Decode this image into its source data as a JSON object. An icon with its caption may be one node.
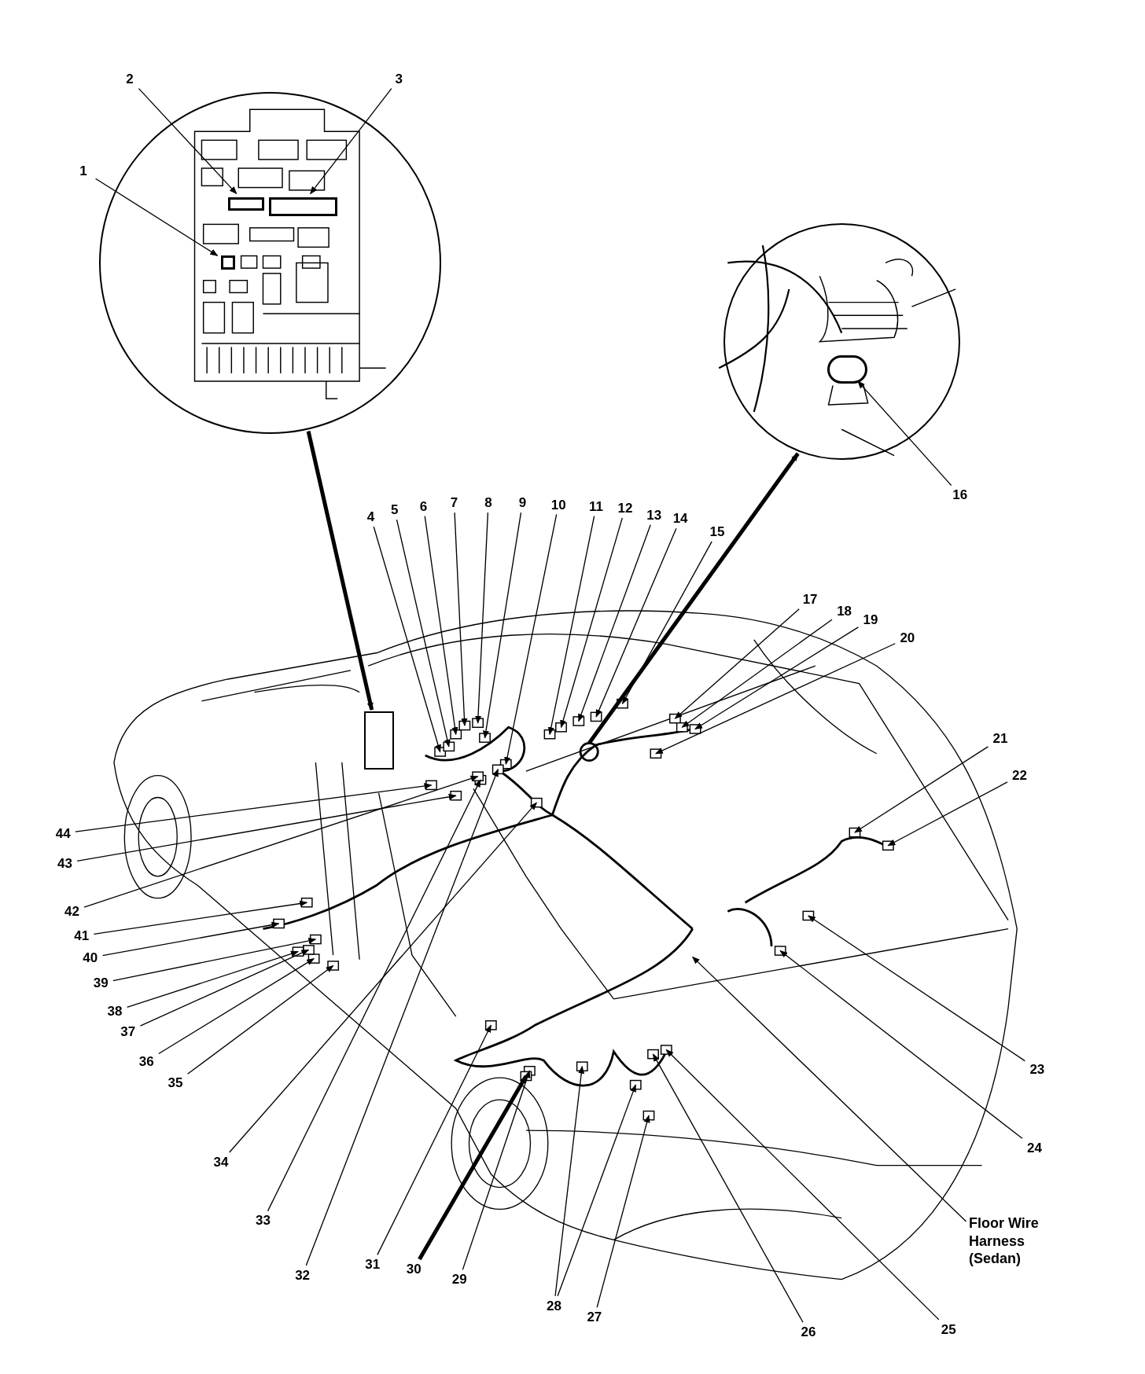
{
  "diagram": {
    "nodes": [
      {
        "text": [],
        "shape": "circle"
      },
      {
        "text": [],
        "shape": "circle"
      },
      {
        "text": [],
        "shape": "box"
      },
      {
        "text": [
          "1"
        ]
      },
      {
        "text": [
          "2"
        ]
      },
      {
        "text": [
          "3"
        ]
      },
      {
        "text": [
          "4"
        ]
      },
      {
        "text": [
          "5"
        ]
      },
      {
        "text": [
          "6"
        ]
      },
      {
        "text": [
          "7"
        ]
      },
      {
        "text": [
          "8"
        ]
      },
      {
        "text": [
          "9"
        ]
      },
      {
        "text": [
          "10"
        ]
      },
      {
        "text": [
          "11"
        ]
      },
      {
        "text": [
          "12"
        ]
      },
      {
        "text": [
          "13"
        ]
      },
      {
        "text": [
          "14"
        ]
      },
      {
        "text": [
          "15"
        ]
      },
      {
        "text": [
          "16"
        ]
      },
      {
        "text": [
          "17"
        ]
      },
      {
        "text": [
          "18"
        ]
      },
      {
        "text": [
          "19"
        ]
      },
      {
        "text": [
          "20"
        ]
      },
      {
        "text": [
          "21"
        ]
      },
      {
        "text": [
          "22"
        ]
      },
      {
        "text": [
          "23"
        ]
      },
      {
        "text": [
          "24"
        ]
      },
      {
        "text": [
          "25"
        ]
      },
      {
        "text": [
          "26"
        ]
      },
      {
        "text": [
          "27"
        ]
      },
      {
        "text": [
          "28"
        ]
      },
      {
        "text": [
          "29"
        ]
      },
      {
        "text": [
          "30"
        ]
      },
      {
        "text": [
          "31"
        ]
      },
      {
        "text": [
          "32"
        ]
      },
      {
        "text": [
          "33"
        ]
      },
      {
        "text": [
          "34"
        ]
      },
      {
        "text": [
          "35"
        ]
      },
      {
        "text": [
          "36"
        ]
      },
      {
        "text": [
          "37"
        ]
      },
      {
        "text": [
          "38"
        ]
      },
      {
        "text": [
          "39"
        ]
      },
      {
        "text": [
          "40"
        ]
      },
      {
        "text": [
          "41"
        ]
      },
      {
        "text": [
          "42"
        ]
      },
      {
        "text": [
          "43"
        ]
      },
      {
        "text": [
          "44"
        ]
      },
      {
        "text": [
          "Floor Wire Harness (Sedan)"
        ]
      },
      {
        "text": [],
        "shape": "box",
        "in": 0
      },
      {
        "text": [],
        "shape": "box",
        "in": 0
      },
      {
        "text": [],
        "shape": "box",
        "in": 0
      },
      {
        "text": [],
        "shape": "circle",
        "in": 1
      }
    ],
    "edges": [
      {
        "from": 0,
        "to": 2,
        "arrow": "to",
        "style": "thick"
      },
      {
        "from": null,
        "to": 1,
        "arrow": "to",
        "style": "thick"
      },
      {
        "from": 3,
        "to": 48,
        "arrow": "to"
      },
      {
        "from": 4,
        "to": 49,
        "arrow": "to"
      },
      {
        "from": 5,
        "to": 50,
        "arrow": "to"
      },
      {
        "from": 6,
        "to": null,
        "arrow": "to"
      },
      {
        "from": 7,
        "to": null,
        "arrow": "to"
      },
      {
        "from": 8,
        "to": null,
        "arrow": "to"
      },
      {
        "from": 9,
        "to": null,
        "arrow": "to"
      },
      {
        "from": 10,
        "to": null,
        "arrow": "to"
      },
      {
        "from": 11,
        "to": null,
        "arrow": "to"
      },
      {
        "from": 12,
        "to": null,
        "arrow": "to"
      },
      {
        "from": 13,
        "to": null,
        "arrow": "to"
      },
      {
        "from": 14,
        "to": null,
        "arrow": "to"
      },
      {
        "from": 15,
        "to": null,
        "arrow": "to"
      },
      {
        "from": 16,
        "to": null,
        "arrow": "to"
      },
      {
        "from": 17,
        "to": null,
        "arrow": "to"
      },
      {
        "from": 18,
        "to": 51,
        "arrow": "to"
      },
      {
        "from": 19,
        "to": null,
        "arrow": "to"
      },
      {
        "from": 20,
        "to": null,
        "arrow": "to"
      },
      {
        "from": 21,
        "to": null,
        "arrow": "to"
      },
      {
        "from": 22,
        "to": null,
        "arrow": "to"
      },
      {
        "from": 23,
        "to": null,
        "arrow": "to"
      },
      {
        "from": 24,
        "to": null,
        "arrow": "to"
      },
      {
        "from": 25,
        "to": null,
        "arrow": "to"
      },
      {
        "from": 26,
        "to": null,
        "arrow": "to"
      },
      {
        "from": 27,
        "to": null,
        "arrow": "to"
      },
      {
        "from": 28,
        "to": null,
        "arrow": "to"
      },
      {
        "from": 29,
        "to": null,
        "arrow": "to"
      },
      {
        "from": 30,
        "to": null,
        "arrow": "to"
      },
      {
        "from": 30,
        "to": null,
        "arrow": "to"
      },
      {
        "from": 31,
        "to": null,
        "arrow": "to"
      },
      {
        "from": 32,
        "to": null,
        "arrow": "to",
        "style": "thick"
      },
      {
        "from": 33,
        "to": null,
        "arrow": "to"
      },
      {
        "from": 34,
        "to": null,
        "arrow": "to"
      },
      {
        "from": 35,
        "to": null,
        "arrow": "to"
      },
      {
        "from": 36,
        "to": null,
        "arrow": "to"
      },
      {
        "from": 37,
        "to": null,
        "arrow": "to"
      },
      {
        "from": 38,
        "to": null,
        "arrow": "to"
      },
      {
        "from": 39,
        "to": null,
        "arrow": "to"
      },
      {
        "from": 40,
        "to": null,
        "arrow": "to"
      },
      {
        "from": 41,
        "to": null,
        "arrow": "to"
      },
      {
        "from": 42,
        "to": null,
        "arrow": "to"
      },
      {
        "from": 43,
        "to": null,
        "arrow": "to"
      },
      {
        "from": 44,
        "to": null,
        "arrow": "to"
      },
      {
        "from": 45,
        "to": null,
        "arrow": "to"
      },
      {
        "from": 46,
        "to": null,
        "arrow": "to"
      },
      {
        "from": 47,
        "to": null,
        "arrow": "to"
      }
    ]
  }
}
